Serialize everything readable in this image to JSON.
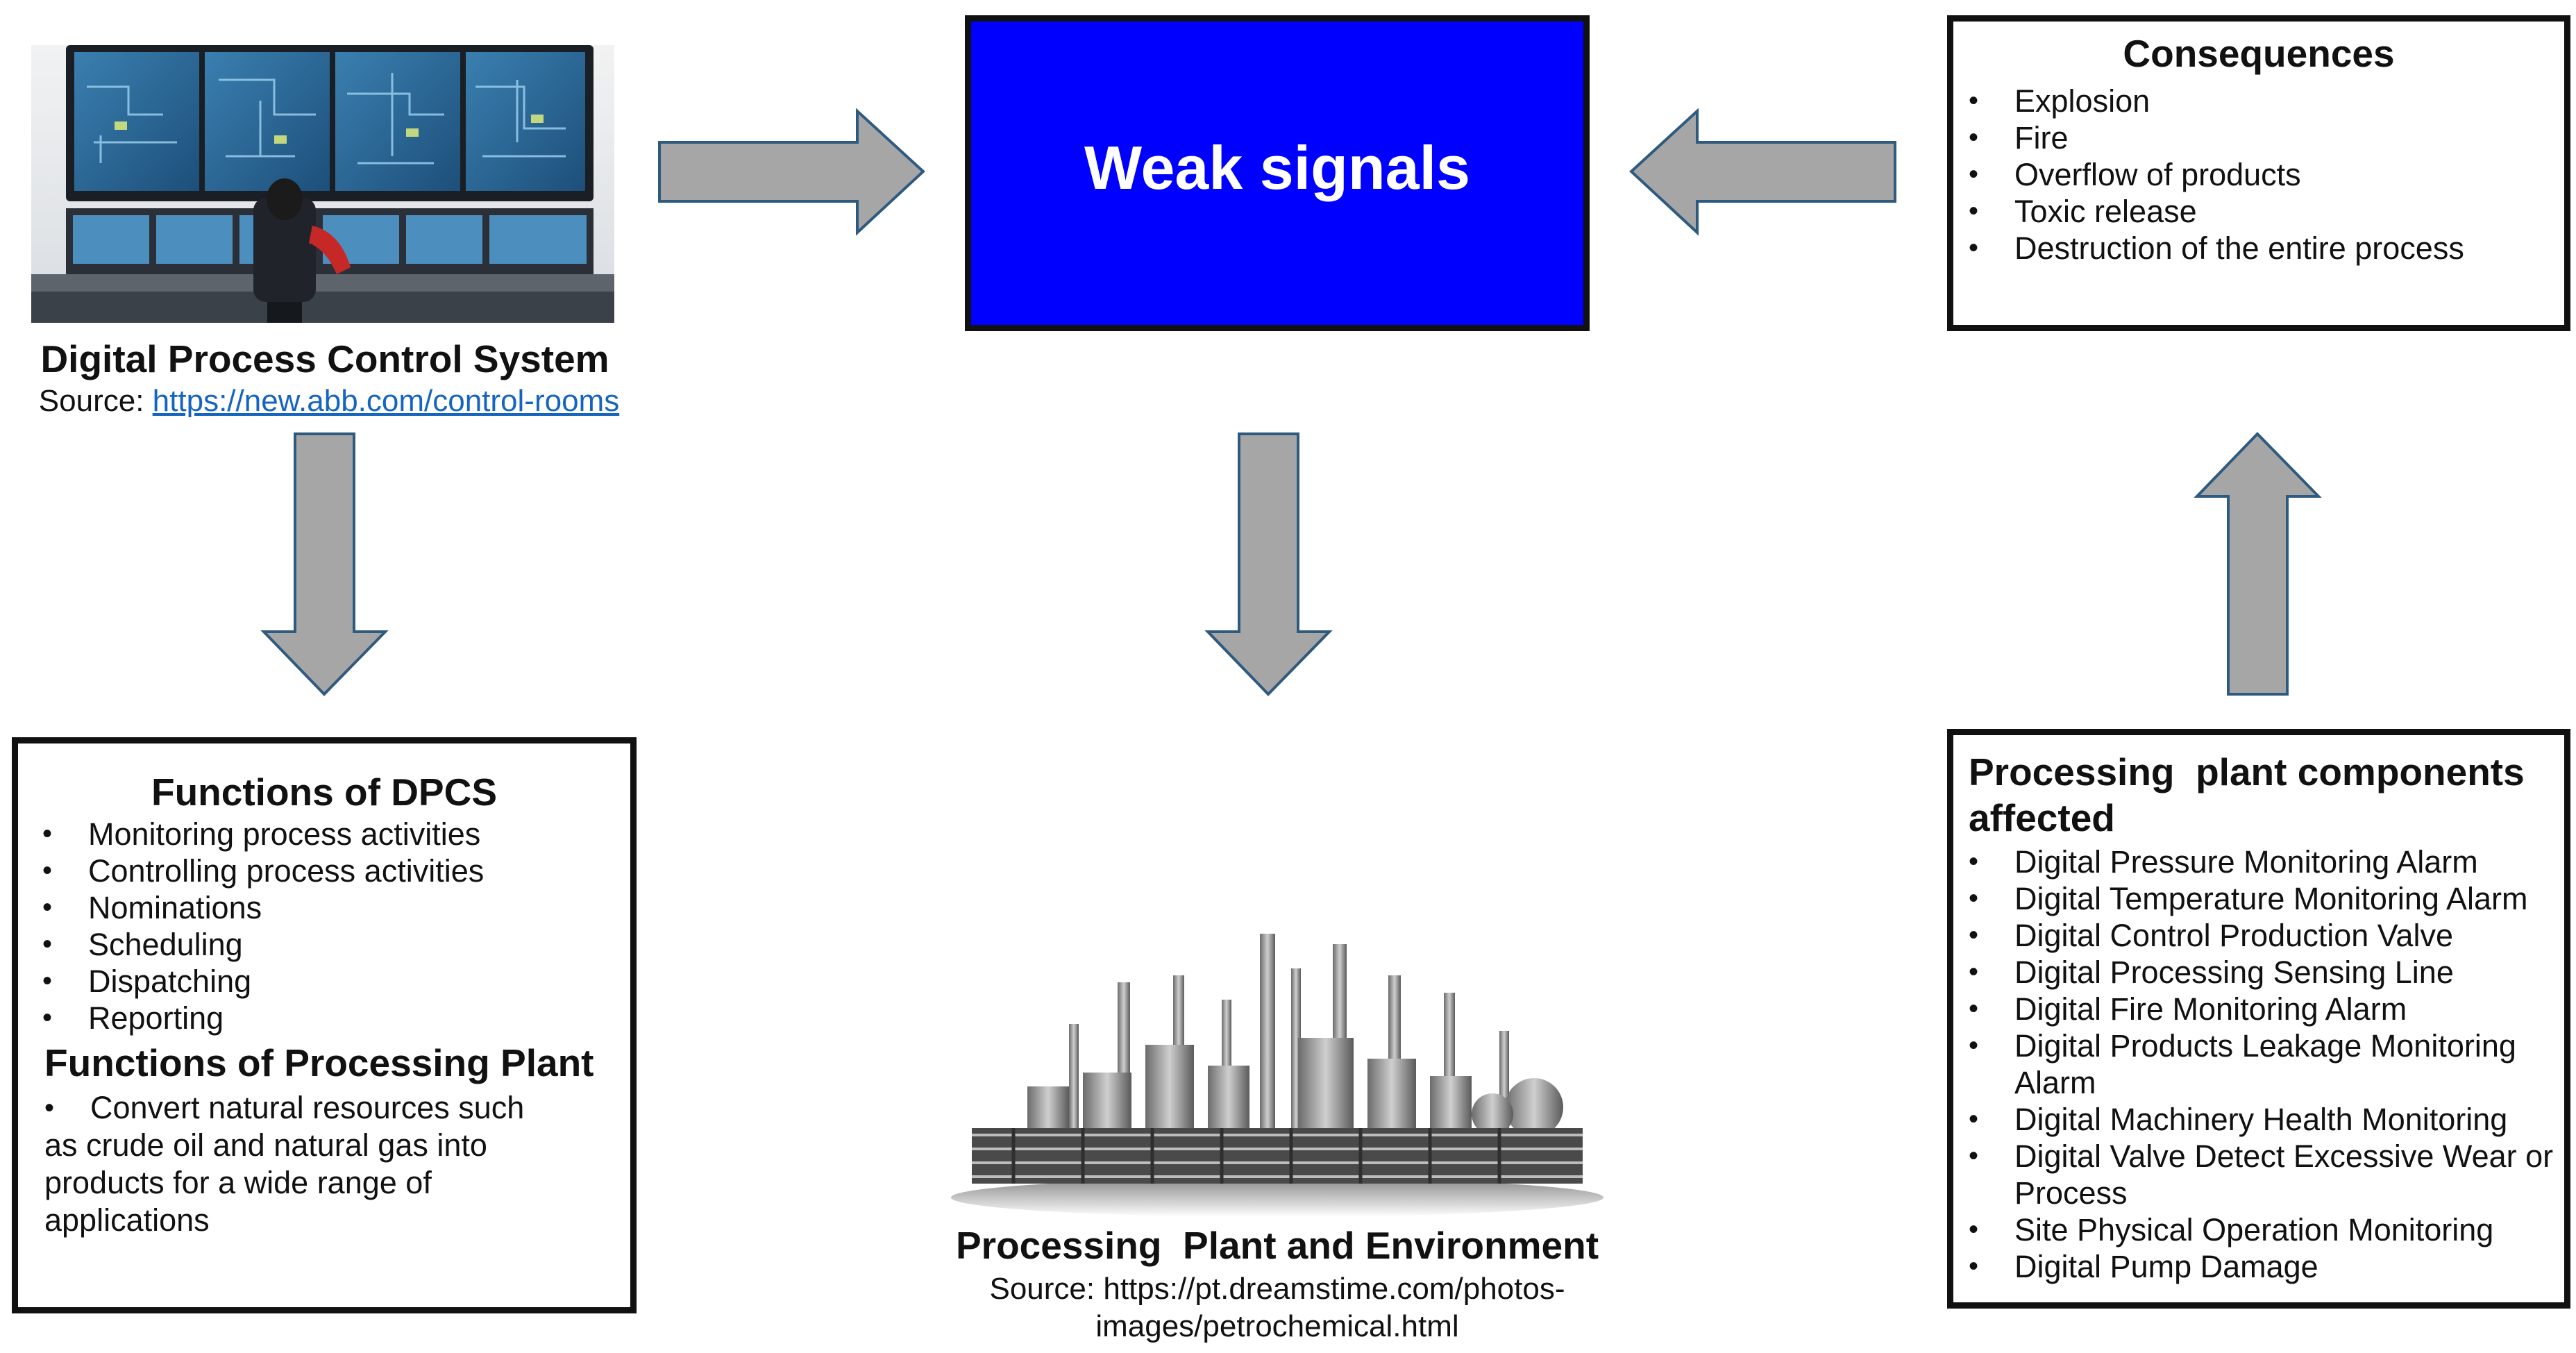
{
  "dpcs": {
    "caption": "Digital Process Control System",
    "source_prefix": "Source:",
    "source_link": "https://new.abb.com/control-rooms"
  },
  "weak_signals": {
    "label": "Weak signals",
    "fill_color": "#0000ff"
  },
  "consequences": {
    "title": "Consequences",
    "items": [
      "Explosion",
      "Fire",
      "Overflow of products",
      "Toxic release",
      "Destruction of the entire process"
    ]
  },
  "functions": {
    "dpcs_title": "Functions of DPCS",
    "dpcs_items": [
      "Monitoring process activities",
      "Controlling process activities",
      "Nominations",
      "Scheduling",
      "Dispatching",
      "Reporting"
    ],
    "plant_title": "Functions of Processing Plant",
    "plant_item_first": "Convert natural resources such",
    "plant_item_rest": [
      "as crude oil and natural gas into",
      "products for a wide range of",
      "applications"
    ]
  },
  "plant": {
    "caption": "Processing  Plant and Environment",
    "source_line1": "Source: https://pt.dreamstime.com/photos-",
    "source_line2": "images/petrochemical.html"
  },
  "components": {
    "title": "Processing  plant components affected",
    "items": [
      "Digital Pressure Monitoring Alarm",
      "Digital Temperature Monitoring Alarm",
      "Digital Control Production Valve",
      "Digital Processing Sensing Line",
      "Digital Fire Monitoring Alarm",
      "Digital Products Leakage Monitoring Alarm",
      "Digital Machinery Health Monitoring",
      "Digital Valve Detect Excessive Wear or Process",
      "Site Physical Operation Monitoring",
      "Digital Pump Damage"
    ]
  },
  "colors": {
    "arrow_fill": "#a6a6a6",
    "arrow_stroke": "#2e5a80"
  }
}
